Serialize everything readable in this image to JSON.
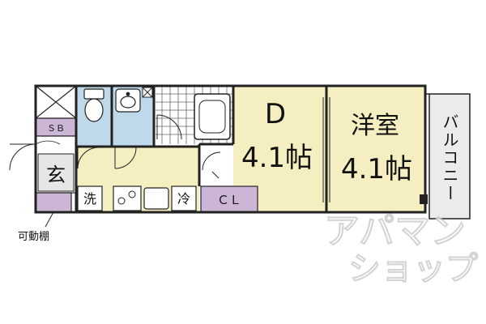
{
  "rooms": {
    "dining": {
      "name": "D",
      "size": "4.1帖"
    },
    "western": {
      "name": "洋室",
      "size": "4.1帖"
    },
    "balcony": {
      "name": "バルコニー"
    }
  },
  "labels": {
    "sb": "ＳＢ",
    "entrance": "玄",
    "washer": "洗",
    "fridge": "冷",
    "closet": "ＣＬ",
    "shelf": "可動棚"
  },
  "watermark": {
    "line1": "アパマン",
    "line2": "ショップ"
  },
  "colors": {
    "wall": "#222222",
    "floor": "#f5eec0",
    "wet": "#bfd9ea",
    "storage": "#ccb6d6",
    "balcony": "#ebebeb",
    "bath_tile": "#ffffff"
  }
}
